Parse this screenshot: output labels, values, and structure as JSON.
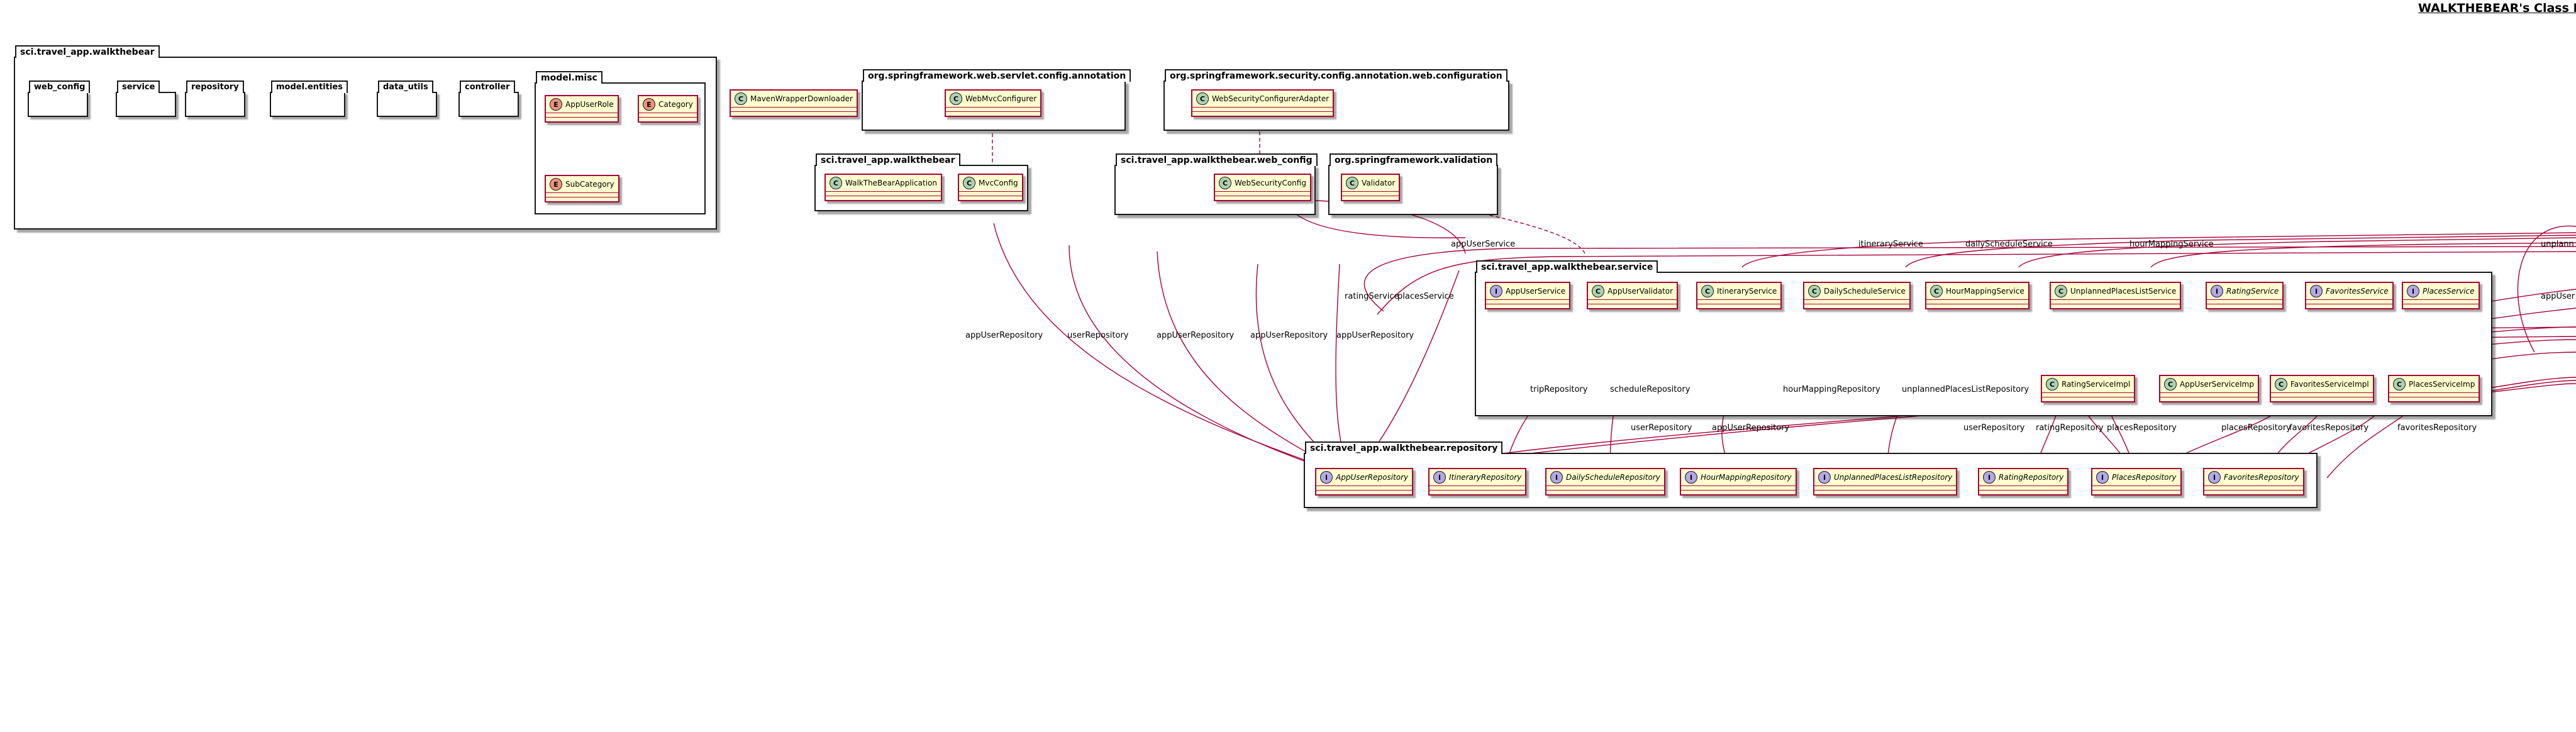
{
  "title": "WALKTHEBEAR's Class Diagram",
  "colors": {
    "edge": "#a80036",
    "class_fill": "#fefece",
    "class_border": "#a80036",
    "stereotype_C": "#add1b2",
    "stereotype_I": "#b4a7e5",
    "stereotype_E": "#eb937f",
    "stereotype_A": "#a9dcdf"
  },
  "packages": {
    "root": "sci.travel_app.walkthebear",
    "model_misc": "model.misc",
    "folders": [
      "web_config",
      "service",
      "repository",
      "model.entities",
      "data_utils",
      "controller"
    ],
    "servlet_annotation": "org.springframework.web.servlet.config.annotation",
    "walkthebear": "sci.travel_app.walkthebear",
    "security_web": "org.springframework.security.config.annotation.web.configuration",
    "web_config": "sci.travel_app.walkthebear.web_config",
    "validation": "org.springframework.validation",
    "service": "sci.travel_app.walkthebear.service",
    "repository": "sci.travel_app.walkthebear.repository"
  },
  "classes": {
    "AppUserRole": {
      "name": "AppUserRole",
      "stereotype": "E"
    },
    "Category": {
      "name": "Category",
      "stereotype": "E"
    },
    "SubCategory": {
      "name": "SubCategory",
      "stereotype": "E"
    },
    "MavenWrapperDownloader": {
      "name": "MavenWrapperDownloader",
      "stereotype": "C"
    },
    "WebMvcConfigurer": {
      "name": "WebMvcConfigurer",
      "stereotype": "C"
    },
    "WalkTheBearApplication": {
      "name": "WalkTheBearApplication",
      "stereotype": "C"
    },
    "MvcConfig": {
      "name": "MvcConfig",
      "stereotype": "C"
    },
    "WebSecurityConfigurerAdapter": {
      "name": "WebSecurityConfigurerAdapter",
      "stereotype": "C"
    },
    "WebSecurityConfig": {
      "name": "WebSecurityConfig",
      "stereotype": "C"
    },
    "Validator": {
      "name": "Validator",
      "stereotype": "C"
    },
    "AppUserService": {
      "name": "AppUserService",
      "stereotype": "I"
    },
    "AppUserValidator": {
      "name": "AppUserValidator",
      "stereotype": "C"
    },
    "ItineraryService": {
      "name": "ItineraryService",
      "stereotype": "C"
    },
    "DailyScheduleService": {
      "name": "DailyScheduleService",
      "stereotype": "C"
    },
    "HourMappingService": {
      "name": "HourMappingService",
      "stereotype": "C"
    },
    "UnplannedPlacesListService": {
      "name": "UnplannedPlacesListService",
      "stereotype": "C"
    },
    "RatingService": {
      "name": "RatingService",
      "stereotype": "I"
    },
    "FavoritesService": {
      "name": "FavoritesService",
      "stereotype": "I"
    },
    "PlacesService": {
      "name": "PlacesService",
      "stereotype": "I"
    },
    "RatingServiceImpl": {
      "name": "RatingServiceImpl",
      "stereotype": "C"
    },
    "AppUserServiceImp": {
      "name": "AppUserServiceImp",
      "stereotype": "C"
    },
    "FavoritesServiceImpl": {
      "name": "FavoritesServiceImpl",
      "stereotype": "C"
    },
    "PlacesServiceImp": {
      "name": "PlacesServiceImp",
      "stereotype": "C"
    },
    "AppUserRepository": {
      "name": "AppUserRepository",
      "stereotype": "I"
    },
    "ItineraryRepository": {
      "name": "ItineraryRepository",
      "stereotype": "I"
    },
    "DailyScheduleRepository": {
      "name": "DailyScheduleRepository",
      "stereotype": "I"
    },
    "HourMappingRepository": {
      "name": "HourMappingRepository",
      "stereotype": "I"
    },
    "UnplannedPlacesListRepository": {
      "name": "UnplannedPlacesListRepository",
      "stereotype": "I"
    },
    "RatingRepository": {
      "name": "RatingRepository",
      "stereotype": "I"
    },
    "PlacesRepository": {
      "name": "PlacesRepository",
      "stereotype": "I"
    },
    "FavoritesRepository": {
      "name": "FavoritesRepository",
      "stereotype": "I"
    }
  },
  "edge_labels": {
    "appUserService": "appUserService",
    "itineraryService": "itineraryService",
    "dailyScheduleService": "dailyScheduleService",
    "hourMappingService": "hourMappingService",
    "unplann_truncated": "unplann",
    "ratingService": "ratingService",
    "placesService": "placesService",
    "appUser_truncated": "appUser",
    "appUserRepository": "appUserRepository",
    "userRepository": "userRepository",
    "tripRepository": "tripRepository",
    "scheduleRepository": "scheduleRepository",
    "hourMappingRepository": "hourMappingRepository",
    "unplannedPlacesListRepository": "unplannedPlacesListRepository",
    "ratingRepository": "ratingRepository",
    "placesRepository": "placesRepository",
    "favoritesRepository": "favoritesRepository"
  }
}
